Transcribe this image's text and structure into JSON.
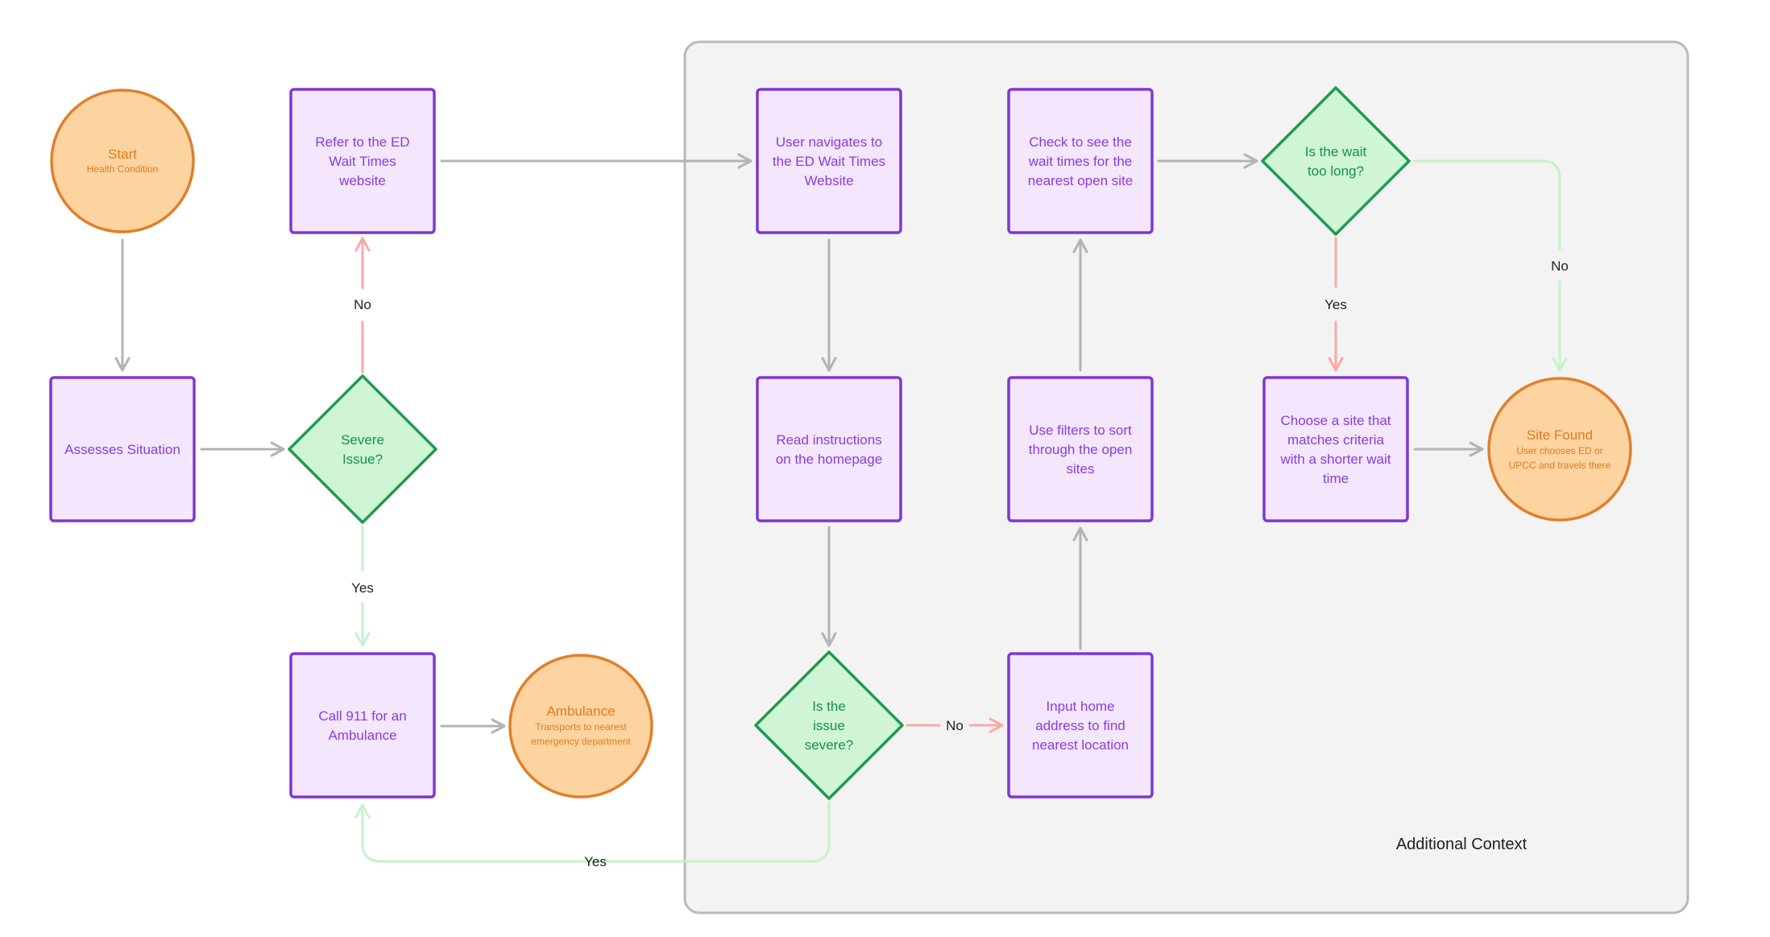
{
  "colors": {
    "process_fill": "#f3e6fd",
    "process_stroke": "#7e37d3",
    "process_text": "#8a3ddc",
    "decision_fill": "#cff5d6",
    "decision_stroke": "#1f9a4f",
    "decision_text": "#169146",
    "terminal_fill": "#fdd3a0",
    "terminal_stroke": "#e0802a",
    "terminal_text": "#e07c1c",
    "arrow_gray": "#b3b3b3",
    "arrow_red": "#f9a9a9",
    "arrow_green": "#c6f2c9",
    "group_fill": "#f3f3f3",
    "group_stroke": "#b9b9b9"
  },
  "group": {
    "label": "Additional Context"
  },
  "nodes": {
    "start": {
      "title": "Start",
      "subtitle": "Health Condition"
    },
    "assess": {
      "lines": [
        "Assesses Situation"
      ]
    },
    "severe": {
      "lines": [
        "Severe",
        "Issue?"
      ]
    },
    "refer": {
      "lines": [
        "Refer to the ED",
        "Wait Times",
        "website"
      ]
    },
    "call911": {
      "lines": [
        "Call 911 for an",
        "Ambulance"
      ]
    },
    "ambulance": {
      "title": "Ambulance",
      "subtitle_lines": [
        "Transports to nearest",
        "emergency department"
      ]
    },
    "navigate": {
      "lines": [
        "User navigates to",
        "the ED Wait Times",
        "Website"
      ]
    },
    "read": {
      "lines": [
        "Read instructions",
        "on the homepage"
      ]
    },
    "issue_severe": {
      "lines": [
        "Is the",
        "issue",
        "severe?"
      ]
    },
    "input_address": {
      "lines": [
        "Input home",
        "address to find",
        "nearest location"
      ]
    },
    "filters": {
      "lines": [
        "Use filters to sort",
        "through the open",
        "sites"
      ]
    },
    "check": {
      "lines": [
        "Check to see the",
        "wait times for the",
        "nearest open site"
      ]
    },
    "wait_long": {
      "lines": [
        "Is the wait",
        "too long?"
      ]
    },
    "choose": {
      "lines": [
        "Choose a site that",
        "matches criteria",
        "with a shorter wait",
        "time"
      ]
    },
    "site_found": {
      "title": "Site Found",
      "subtitle_lines": [
        "User chooses ED or",
        "UPCC and travels there"
      ]
    }
  },
  "edges": {
    "severe_no": "No",
    "severe_yes": "Yes",
    "issue_no": "No",
    "issue_yes": "Yes",
    "wait_yes": "Yes",
    "wait_no": "No"
  }
}
